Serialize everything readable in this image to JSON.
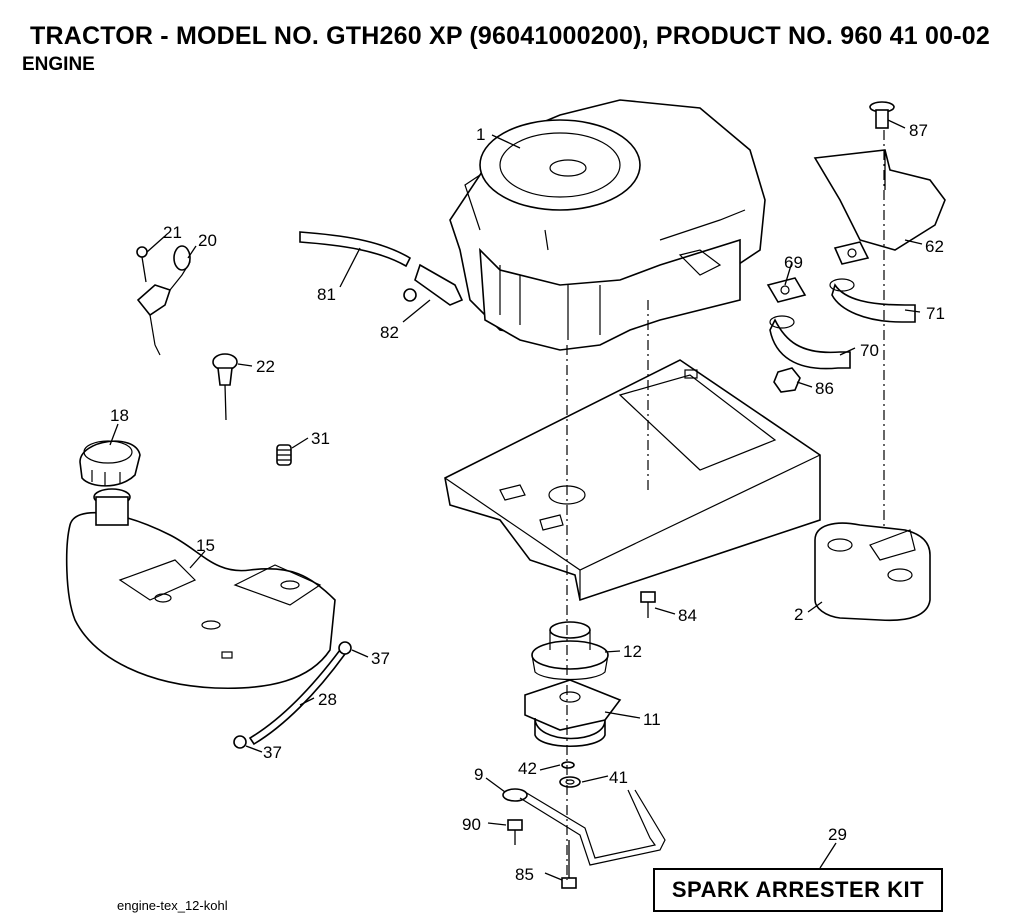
{
  "header": {
    "title": "TRACTOR - MODEL NO. GTH260 XP (96041000200), PRODUCT NO. 960 41 00-02",
    "subtitle": "ENGINE"
  },
  "diagram": {
    "callouts": [
      {
        "id": "c1",
        "label": "1"
      },
      {
        "id": "c87",
        "label": "87"
      },
      {
        "id": "c62",
        "label": "62"
      },
      {
        "id": "c21",
        "label": "21"
      },
      {
        "id": "c20",
        "label": "20"
      },
      {
        "id": "c81",
        "label": "81"
      },
      {
        "id": "c82",
        "label": "82"
      },
      {
        "id": "c69",
        "label": "69"
      },
      {
        "id": "c71",
        "label": "71"
      },
      {
        "id": "c70",
        "label": "70"
      },
      {
        "id": "c86",
        "label": "86"
      },
      {
        "id": "c22",
        "label": "22"
      },
      {
        "id": "c18",
        "label": "18"
      },
      {
        "id": "c31",
        "label": "31"
      },
      {
        "id": "c15",
        "label": "15"
      },
      {
        "id": "c84",
        "label": "84"
      },
      {
        "id": "c2",
        "label": "2"
      },
      {
        "id": "c12",
        "label": "12"
      },
      {
        "id": "c37a",
        "label": "37"
      },
      {
        "id": "c28",
        "label": "28"
      },
      {
        "id": "c11",
        "label": "11"
      },
      {
        "id": "c37b",
        "label": "37"
      },
      {
        "id": "c9",
        "label": "9"
      },
      {
        "id": "c42",
        "label": "42"
      },
      {
        "id": "c41",
        "label": "41"
      },
      {
        "id": "c90",
        "label": "90"
      },
      {
        "id": "c29",
        "label": "29"
      },
      {
        "id": "c85",
        "label": "85"
      }
    ],
    "kit_label": "SPARK ARRESTER KIT"
  },
  "footer": {
    "file_code": "engine-tex_12-kohl"
  }
}
